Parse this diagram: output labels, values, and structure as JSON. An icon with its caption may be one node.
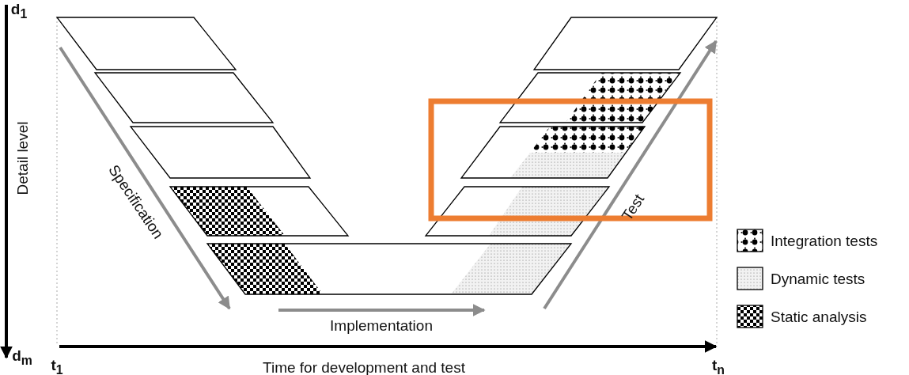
{
  "diagram": {
    "labels": [
      "d$_{1}$",
      "Detail level",
      "Specification",
      "Test",
      "Implementation",
      "d$_{m}$",
      "t$_{1}$",
      "Time for development and test",
      "t$_{n}$"
    ],
    "legend": [
      {
        "text": "Integration tests"
      },
      {
        "text": "Dynamic tests"
      },
      {
        "text": "Static analysis"
      }
    ]
  }
}
